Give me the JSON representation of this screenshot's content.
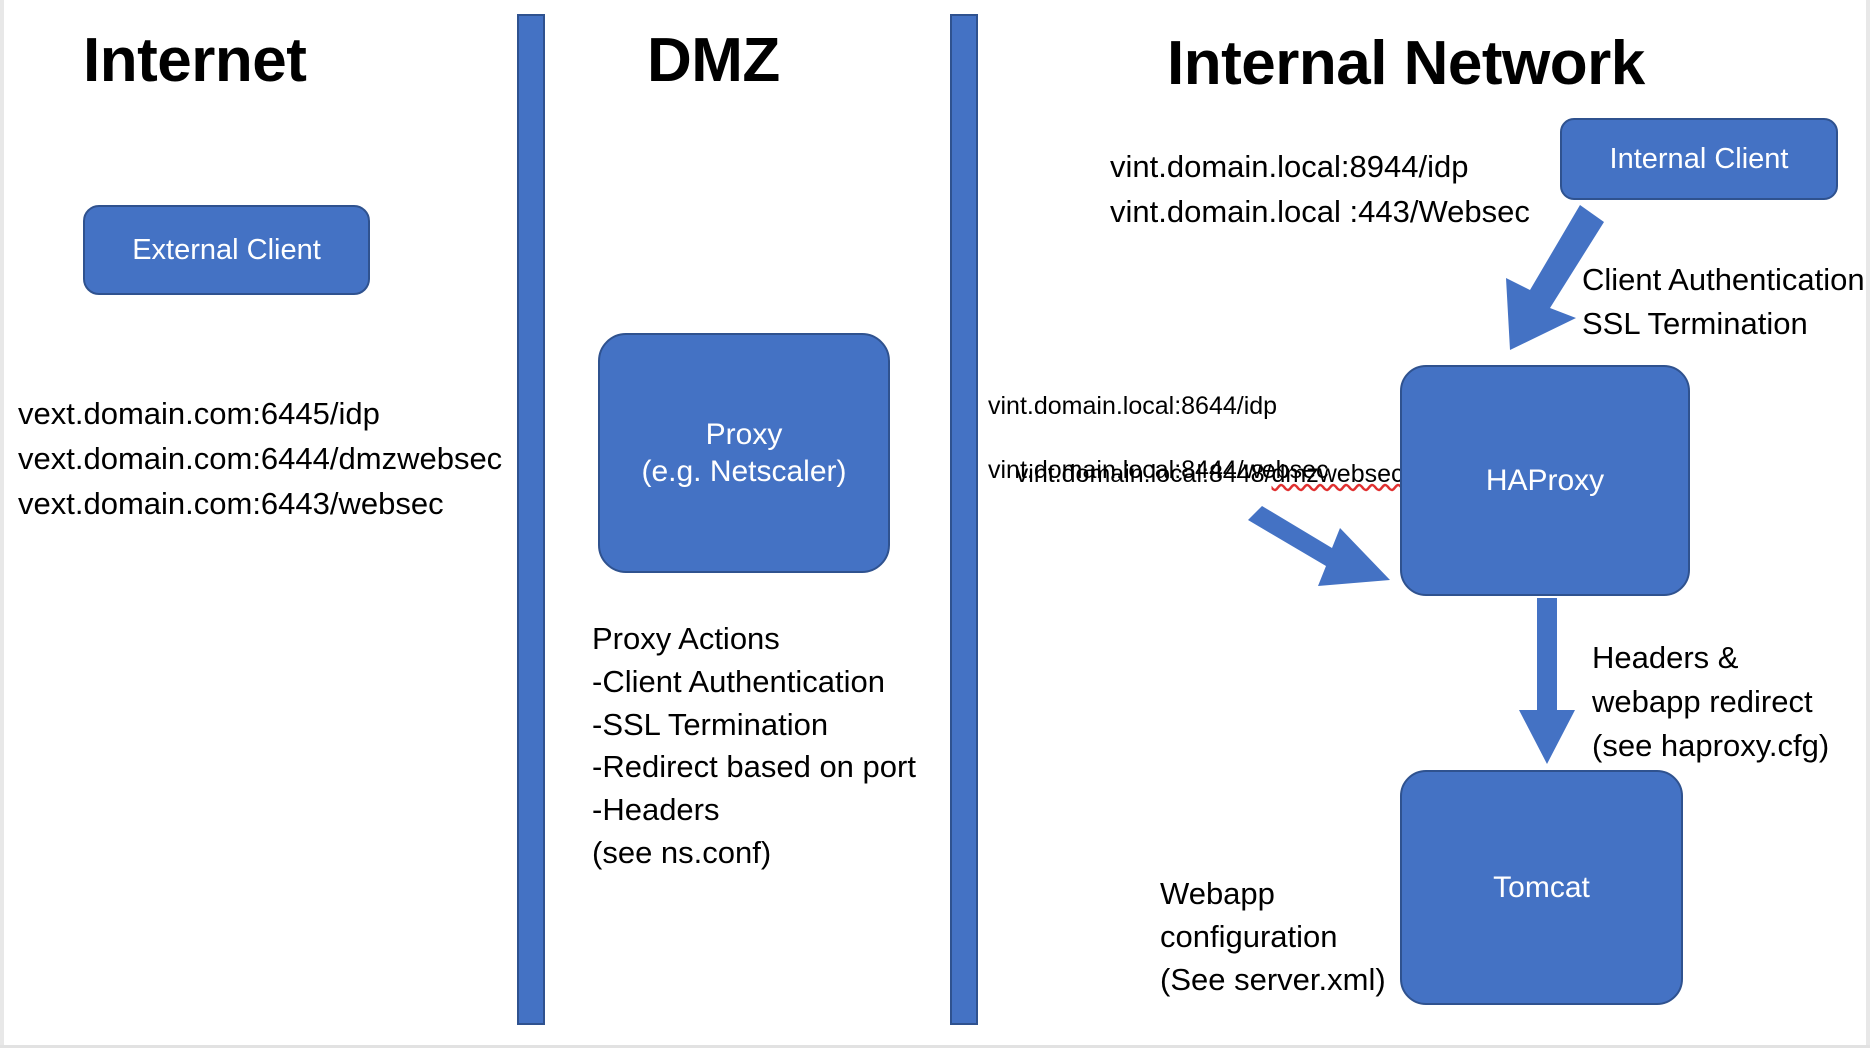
{
  "colors": {
    "accent": "#4472C4",
    "accent_border": "#2F528F",
    "text": "#000000",
    "node_text": "#FFFFFF",
    "spellcheck_underline": "#E03030"
  },
  "zones": [
    {
      "id": "internet",
      "title": "Internet"
    },
    {
      "id": "dmz",
      "title": "DMZ"
    },
    {
      "id": "internal",
      "title": "Internal Network"
    }
  ],
  "nodes": {
    "external_client": {
      "label": "External Client"
    },
    "proxy": {
      "line1": "Proxy",
      "line2": "(e.g. Netscaler)"
    },
    "internal_client": {
      "label": "Internal Client"
    },
    "haproxy": {
      "label": "HAProxy"
    },
    "tomcat": {
      "label": "Tomcat"
    }
  },
  "endpoints": {
    "external": [
      "vext.domain.com:6445/idp",
      "vext.domain.com:6444/dmzwebsec",
      "vext.domain.com:6443/websec"
    ],
    "internal_client": [
      "vint.domain.local:8944/idp",
      "vint.domain.local :443/Websec"
    ],
    "haproxy_backend": [
      {
        "text": "vint.domain.local:8644/idp",
        "misspelled": false
      },
      {
        "prefix": "vint.domain.local:8448/",
        "word": "dmzwebsec",
        "misspelled": true
      },
      {
        "text": "vint.domain.local:8444/websec",
        "misspelled": false
      }
    ]
  },
  "annotations": {
    "proxy_actions": {
      "heading": "Proxy Actions",
      "items": [
        "-Client Authentication",
        "-SSL Termination",
        "-Redirect based on port",
        "-Headers"
      ],
      "reference": "(see ns.conf)"
    },
    "client_auth": {
      "line1": "Client Authentication",
      "line2": "SSL Termination"
    },
    "headers_redirect": {
      "line1": "Headers &",
      "line2": "webapp redirect",
      "line3": "(see haproxy.cfg)"
    },
    "webapp_config": {
      "line1": "Webapp",
      "line2": "configuration",
      "line3": "(See server.xml)"
    }
  }
}
